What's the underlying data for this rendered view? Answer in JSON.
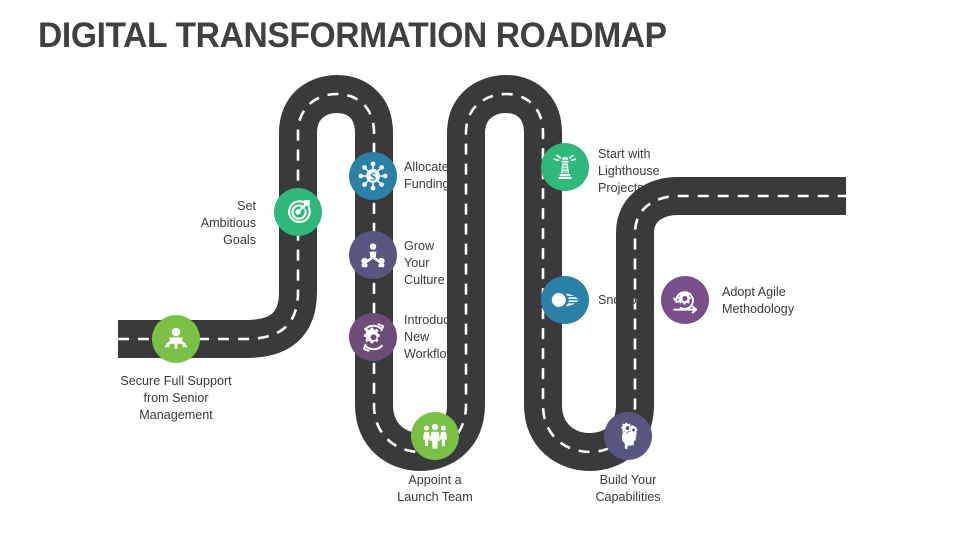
{
  "title": "DIGITAL TRANSFORMATION ROADMAP",
  "colors": {
    "road": "#3a3a3c",
    "lane_marking": "#ffffff",
    "text": "#3a3a3c",
    "title": "#404040",
    "background": "#ffffff",
    "lime_green": "#7ac143",
    "emerald_green": "#2eb87a",
    "teal_blue": "#2a80a6",
    "slate_purple": "#565680",
    "plum_purple": "#6e4b78",
    "deep_plum": "#7a4e8c"
  },
  "steps": [
    {
      "id": "secure-full-support",
      "order": 1,
      "label": "Secure Full Support\nfrom Senior\nManagement",
      "icon": "executive-person-icon",
      "color": "#7ac143",
      "label_position": "below"
    },
    {
      "id": "set-ambitious-goals",
      "order": 2,
      "label": "Set\nAmbitious\nGoals",
      "icon": "target-arrow-icon",
      "color": "#2eb87a",
      "label_position": "left"
    },
    {
      "id": "allocate-funding",
      "order": 3,
      "label": "Allocate\nFunding",
      "icon": "dollar-network-icon",
      "color": "#2a80a6",
      "label_position": "right"
    },
    {
      "id": "grow-your-culture",
      "order": 4,
      "label": "Grow\nYour\nCulture",
      "icon": "people-circle-icon",
      "color": "#565680",
      "label_position": "right"
    },
    {
      "id": "introduce-new-workflows",
      "order": 5,
      "label": "Introduce\nNew\nWorkflows",
      "icon": "gear-refresh-icon",
      "color": "#6e4b78",
      "label_position": "right"
    },
    {
      "id": "appoint-a-launch-team",
      "order": 6,
      "label": "Appoint a\nLaunch Team",
      "icon": "three-people-icon",
      "color": "#7ac143",
      "label_position": "below"
    },
    {
      "id": "start-with-lighthouse-projects",
      "order": 7,
      "label": "Start with\nLighthouse\nProjects",
      "icon": "lighthouse-icon",
      "color": "#2eb87a",
      "label_position": "right"
    },
    {
      "id": "snowball",
      "order": 8,
      "label": "Snowball",
      "icon": "snowball-motion-icon",
      "color": "#2a80a6",
      "label_position": "right"
    },
    {
      "id": "build-your-capabilities",
      "order": 9,
      "label": "Build Your\nCapabilities",
      "icon": "head-gears-icon",
      "color": "#565680",
      "label_position": "below"
    },
    {
      "id": "adopt-agile-methodology",
      "order": 10,
      "label": "Adopt Agile\nMethodology",
      "icon": "agile-cycle-icon",
      "color": "#7a4e8c",
      "label_position": "right"
    }
  ]
}
